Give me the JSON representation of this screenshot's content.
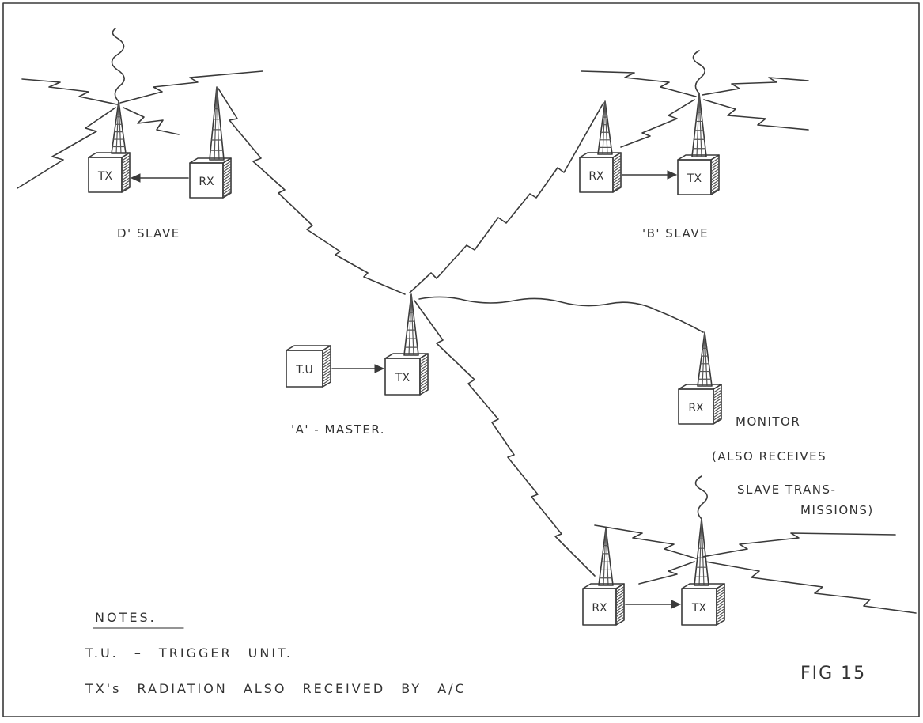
{
  "figure": {
    "label": "FIG 15"
  },
  "stations": {
    "d_slave": {
      "label": "D' SLAVE",
      "tx": "TX",
      "rx": "RX"
    },
    "b_slave": {
      "label": "'B' SLAVE",
      "rx": "RX",
      "tx": "TX"
    },
    "master": {
      "label": "'A' - MASTER.",
      "tu": "T.U",
      "tx": "TX"
    },
    "monitor": {
      "rx": "RX",
      "label_lines": [
        "MONITOR",
        "(ALSO RECEIVES",
        "SLAVE TRANS-",
        "MISSIONS)"
      ]
    },
    "c_slave": {
      "rx": "RX",
      "tx": "TX"
    }
  },
  "notes": {
    "heading": "NOTES.",
    "lines": [
      "T.U. – TRIGGER UNIT.",
      "TX's RADIATION ALSO RECEIVED BY A/C"
    ]
  }
}
